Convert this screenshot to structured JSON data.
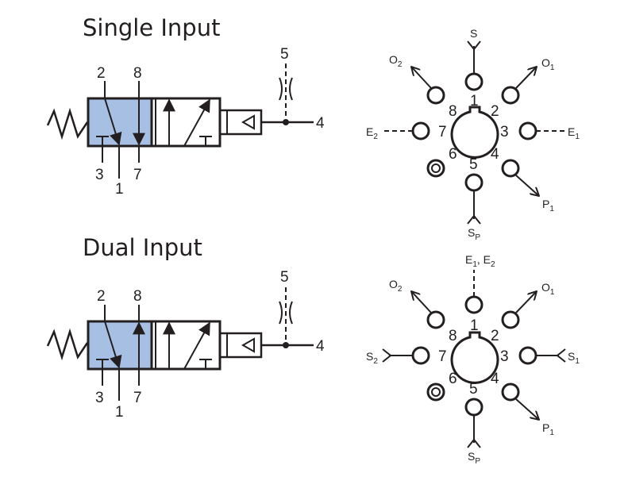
{
  "sections": [
    {
      "id": "single",
      "title": "Single Input",
      "valve": {
        "port_top_left": "2",
        "port_top_right": "8",
        "port_bottom_left": "3",
        "port_bottom_mid": "1",
        "port_bottom_right": "7",
        "pilot_port": "5",
        "output_port": "4",
        "fill_color": "#a8bfe4"
      },
      "dial": {
        "top_label": {
          "main": "S",
          "sub": ""
        },
        "top_line": "solid",
        "upper_left": {
          "main": "O",
          "sub": "2"
        },
        "upper_right": {
          "main": "O",
          "sub": "1"
        },
        "left": {
          "main": "E",
          "sub": "2"
        },
        "left_line": "dashed",
        "right": {
          "main": "E",
          "sub": "1"
        },
        "right_line": "dashed",
        "bottom": {
          "main": "S",
          "sub": "P"
        },
        "lower_right": {
          "main": "P",
          "sub": "1"
        },
        "numbers": [
          "1",
          "2",
          "3",
          "4",
          "5",
          "6",
          "7",
          "8"
        ]
      }
    },
    {
      "id": "dual",
      "title": "Dual Input",
      "valve": {
        "port_top_left": "2",
        "port_top_right": "8",
        "port_bottom_left": "3",
        "port_bottom_mid": "1",
        "port_bottom_right": "7",
        "pilot_port": "5",
        "output_port": "4",
        "fill_color": "#a8bfe4"
      },
      "dial": {
        "top_label": {
          "main": "E",
          "sub": "1",
          "main2": ", E",
          "sub2": "2"
        },
        "top_line": "dashed",
        "upper_left": {
          "main": "O",
          "sub": "2"
        },
        "upper_right": {
          "main": "O",
          "sub": "1"
        },
        "left": {
          "main": "S",
          "sub": "2"
        },
        "left_line": "solid",
        "right": {
          "main": "S",
          "sub": "1"
        },
        "right_line": "solid",
        "bottom": {
          "main": "S",
          "sub": "P"
        },
        "lower_right": {
          "main": "P",
          "sub": "1"
        },
        "numbers": [
          "1",
          "2",
          "3",
          "4",
          "5",
          "6",
          "7",
          "8"
        ]
      }
    }
  ]
}
